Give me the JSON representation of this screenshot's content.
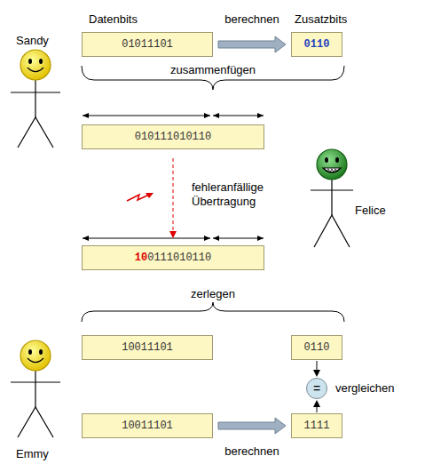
{
  "diagram": {
    "nodes": [
      {
        "text": [
          "01011101"
        ]
      },
      {
        "text": [
          "0110"
        ]
      },
      {
        "text": [
          "010111010110"
        ]
      },
      {
        "text": [
          "10",
          "0111010110"
        ]
      },
      {
        "text": [
          "10011101"
        ]
      },
      {
        "text": [
          "0110"
        ]
      },
      {
        "text": [
          "="
        ]
      },
      {
        "text": [
          "10011101"
        ]
      },
      {
        "text": [
          "1111"
        ]
      }
    ],
    "edges": [
      {
        "from": 0,
        "to": 1,
        "arrow": "to",
        "label": "berechnen"
      },
      {
        "from": 2,
        "to": 3,
        "arrow": "to",
        "label": "fehleranfällige Übertragung"
      },
      {
        "from": 5,
        "to": 6,
        "arrow": "to"
      },
      {
        "from": 8,
        "to": 6,
        "arrow": "to"
      },
      {
        "from": 7,
        "to": 8,
        "arrow": "to",
        "label": "berechnen"
      }
    ],
    "labels": [
      "Sandy",
      "Datenbits",
      "Zusatzbits",
      "zusammenfügen",
      "Felice",
      "zerlegen",
      "vergleichen",
      "Emmy"
    ]
  }
}
